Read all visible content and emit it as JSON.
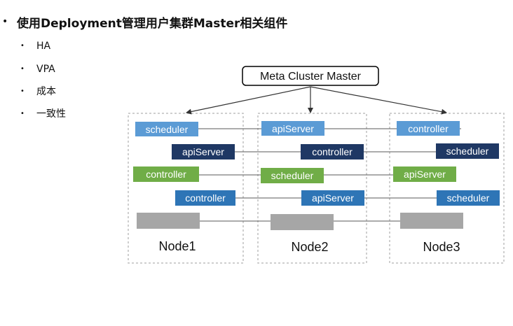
{
  "title": "使用Deployment管理用户集群Master相关组件",
  "bullets": [
    "HA",
    "VPA",
    "成本",
    "一致性"
  ],
  "diagram": {
    "master": "Meta Cluster Master",
    "nodes": [
      "Node1",
      "Node2",
      "Node3"
    ],
    "rows": [
      [
        "scheduler",
        "apiServer",
        "controller"
      ],
      [
        "apiServer",
        "controller",
        "scheduler"
      ],
      [
        "controller",
        "scheduler",
        "apiServer"
      ],
      [
        "controller",
        "apiServer",
        "scheduler"
      ],
      [
        "",
        "",
        ""
      ]
    ],
    "colors": {
      "light_blue": "#5b9bd5",
      "navy": "#1f3864",
      "green": "#70ad47",
      "mid_blue": "#2e75b6",
      "gray": "#a6a6a6",
      "line": "#595959",
      "border": "#bfbfbf"
    }
  }
}
